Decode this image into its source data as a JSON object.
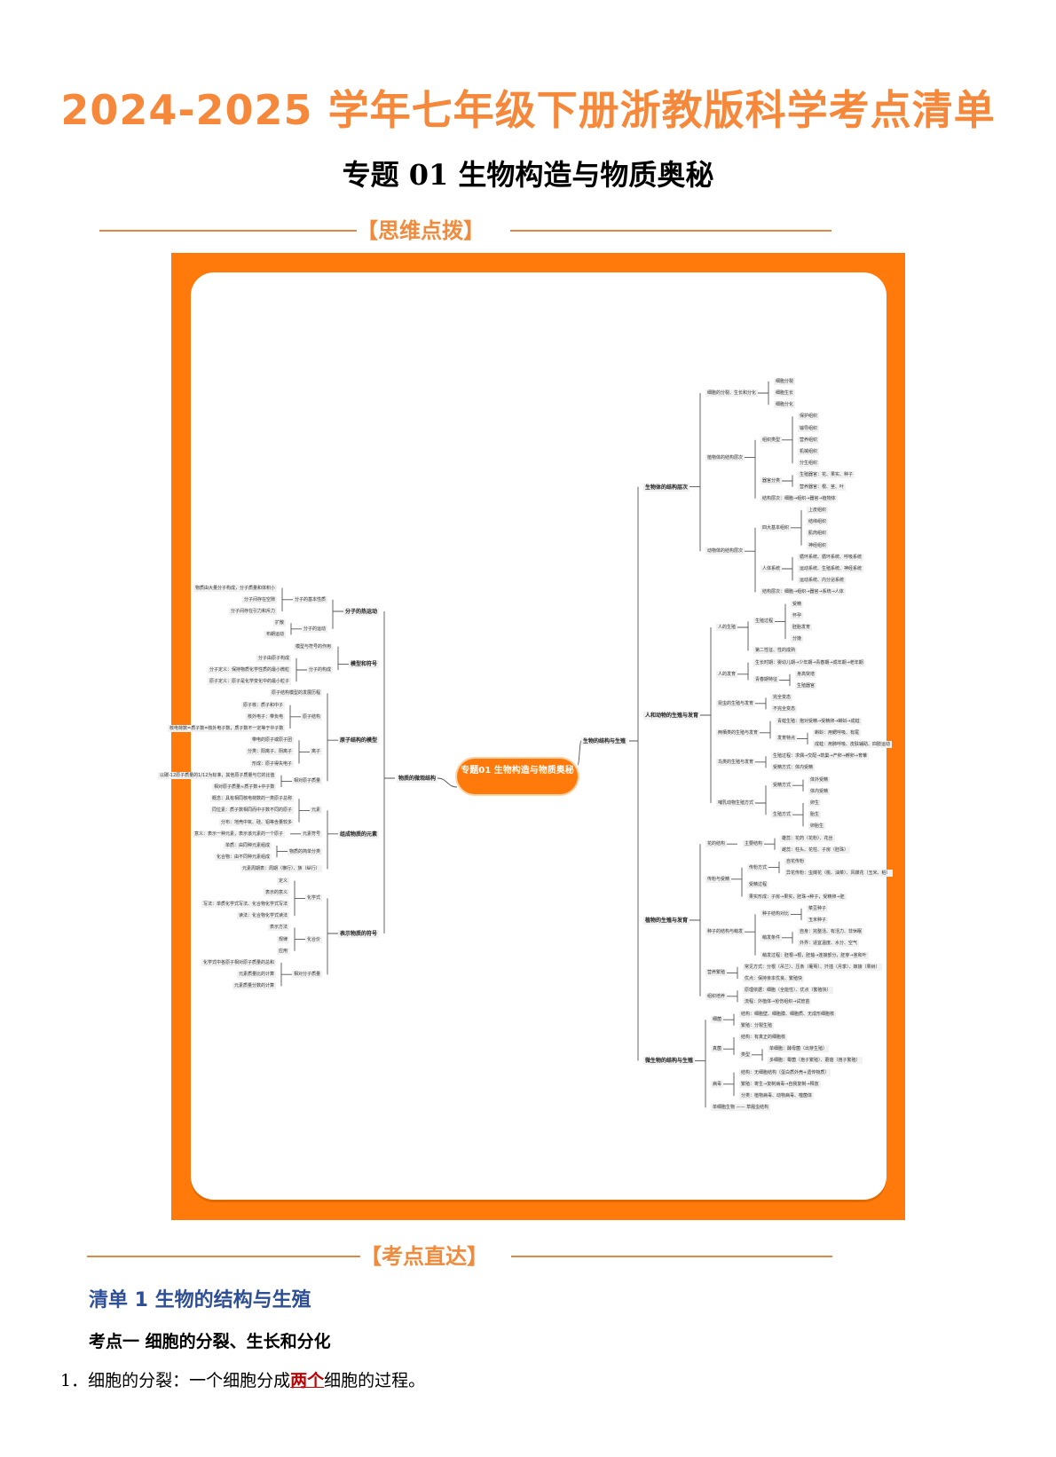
{
  "document": {
    "main_title": "2024-2025 学年七年级下册浙教版科学考点清单",
    "sub_title": "专题 01  生物构造与物质奥秘",
    "section_mindmap_label": "【思维点拨】",
    "section_points_label": "【考点直达】",
    "list_heading": "清单 1    生物的结构与生殖",
    "point_heading": "考点一    细胞的分裂、生长和分化",
    "paragraph": {
      "number": "1．",
      "prefix": "细胞的分裂：一个细胞分成",
      "highlight": "两个",
      "suffix": "细胞的过程。"
    },
    "colors": {
      "title_orange": "#f5883a",
      "frame_orange": "#ff7a0a",
      "list_heading_blue": "#2e4f96",
      "highlight_red": "#c00000"
    }
  },
  "mindmap": {
    "root": "专题01 生物构造与物质奥秘",
    "right_branch": "生物的结构与生殖",
    "left_branch": "物质的微观结构",
    "right": [
      {
        "label": "生物体的结构层次",
        "children": [
          {
            "label": "细胞的分裂、生长和分化",
            "children": [
              "细胞分裂",
              "细胞生长",
              "细胞分化"
            ]
          },
          {
            "label": "植物体的结构层次",
            "children": [
              {
                "label": "组织类型",
                "children": [
                  "保护组织",
                  "输导组织",
                  "营养组织",
                  "机械组织",
                  "分生组织"
                ]
              },
              {
                "label": "器官分类",
                "children": [
                  "生殖器官：花、果实、种子",
                  "营养器官：根、茎、叶"
                ]
              },
              "结构层次：细胞→组织→器官→植物体"
            ]
          },
          {
            "label": "动物体的结构层次",
            "children": [
              {
                "label": "四大基本组织",
                "children": [
                  "上皮组织",
                  "结缔组织",
                  "肌肉组织",
                  "神经组织"
                ]
              },
              {
                "label": "人体系统",
                "children": [
                  "循环系统、循环系统、呼吸系统",
                  "运动系统、生殖系统、神经系统",
                  "运动系统、内分泌系统"
                ]
              },
              "结构层次：细胞→组织→器官→系统→人体"
            ]
          }
        ]
      },
      {
        "label": "人和动物的生殖与发育",
        "children": [
          {
            "label": "人的生殖",
            "children": [
              {
                "label": "生殖过程",
                "children": [
                  "受精",
                  "怀孕",
                  "胚胎发育",
                  "分娩"
                ]
              },
              "第二性征、性的成熟"
            ]
          },
          {
            "label": "人的发育",
            "children": [
              "生长时期：婴幼儿期→少年期→青春期→成年期→老年期",
              {
                "label": "青春期特征",
                "children": [
                  "身高突增",
                  "生殖器官"
                ]
              }
            ]
          },
          {
            "label": "昆虫的生殖与发育",
            "children": [
              "完全变态",
              "不完全变态"
            ]
          },
          {
            "label": "两栖类的生殖与发育",
            "children": [
              "青蛙生殖：抱对受精→受精卵→蝌蚪→成蛙",
              {
                "label": "发育特点",
                "children": [
                  "蝌蚪：用鳃呼吸、有尾",
                  "成蛙：用肺呼吸、皮肤辅助、四肢运动"
                ]
              }
            ]
          },
          {
            "label": "鸟类的生殖与发育",
            "children": [
              "生殖过程：求偶→交配→筑巢→产卵→孵卵→育雏",
              "受精方式：体内受精"
            ]
          },
          {
            "label": "哺乳动物生殖方式",
            "children": [
              {
                "label": "受精方式",
                "children": [
                  "体外受精",
                  "体内受精"
                ]
              },
              {
                "label": "生殖方式",
                "children": [
                  "卵生",
                  "胎生",
                  "卵胎生"
                ]
              }
            ]
          }
        ]
      },
      {
        "label": "植物的生殖与发育",
        "children": [
          {
            "label": "花的结构",
            "children": [
              {
                "label": "主要结构",
                "children": [
                  "雄蕊：花药（花粉）、花丝",
                  "雌蕊：柱头、花柱、子房（胚珠）"
                ]
              }
            ]
          },
          {
            "label": "传粉与受精",
            "children": [
              {
                "label": "传粉方式",
                "children": [
                  "自花传粉",
                  "异花传粉：虫媒花（桃、油菜）、风媒花（玉米、稻）"
                ]
              },
              "受精过程",
              "果实形成：子房→果实，胚珠→种子，受精卵→胚"
            ]
          },
          {
            "label": "种子的结构与萌发",
            "children": [
              {
                "label": "种子结构对比",
                "children": [
                  "菜豆种子",
                  "玉米种子"
                ]
              },
              {
                "label": "萌发条件",
                "children": [
                  "自身：完整活、有活力、非休眠",
                  "外界：适宜温度、水分、空气"
                ]
              },
              "萌发过程：胚根→根，胚轴→连接部分，胚芽→茎和叶"
            ]
          },
          {
            "label": "营养繁殖",
            "children": [
              "常见方式：分根（吊兰）、压条（葡萄）、扦插（月季）、嫁接（果树）",
              "优点：保持亲本优良、繁殖快"
            ]
          },
          {
            "label": "组织培养",
            "children": [
              "原理依据：细胞（全能性）、优点（繁殖快）",
              "流程：外植体→愈伤组织→试管苗"
            ]
          }
        ]
      },
      {
        "label": "微生物的结构与生殖",
        "children": [
          {
            "label": "细菌",
            "children": [
              "结构：细胞壁、细胞膜、细胞质、无成形细胞核",
              "繁殖：分裂生殖"
            ]
          },
          {
            "label": "真菌",
            "children": [
              "结构：有真正的细胞核",
              {
                "label": "类型",
                "children": [
                  "单细胞：酵母菌（出芽生殖）",
                  "多细胞：霉菌（孢子繁殖）、蘑菇（孢子繁殖）"
                ]
              }
            ]
          },
          {
            "label": "病毒",
            "children": [
              "结构：无细胞结构（蛋白质外壳+遗传物质）",
              "繁殖：寄生→复制病毒→自我复制→释放",
              "分类：植物病毒、动物病毒、噬菌体"
            ]
          },
          "单细胞生物 —— 草履虫结构"
        ]
      }
    ],
    "left": [
      {
        "label": "分子的热运动",
        "children": [
          {
            "label": "分子的基本性质",
            "children": [
              "物质由大量分子构成，分子质量和体积小",
              "分子间存在空隙",
              "分子间存在引力和斥力"
            ]
          },
          {
            "label": "分子的运动",
            "children": [
              "扩散",
              "布朗运动"
            ]
          }
        ]
      },
      {
        "label": "模型和符号",
        "children": [
          "模型与符号的作用",
          {
            "label": "分子的构成",
            "children": [
              "分子由原子构成",
              "分子定义：保持物质化学性质的最小微粒",
              "原子定义：原子是化学变化中的最小粒子"
            ]
          }
        ]
      },
      {
        "label": "原子结构的模型",
        "children": [
          "原子结构模型的发展历程",
          {
            "label": "原子结构",
            "children": [
              "原子核：质子和中子",
              "核外电子：带负电",
              "核电荷数=质子数=核外电子数，质子数不一定等于中子数"
            ]
          },
          {
            "label": "离子",
            "children": [
              "带电的原子或原子团",
              "分类：阳离子、阴离子",
              "形成：原子得失电子"
            ]
          },
          {
            "label": "相对原子质量",
            "children": [
              "以碳-12原子质量的1/12为标准，其他原子质量与它的比值",
              "相对原子质量≈质子数+中子数"
            ]
          }
        ]
      },
      {
        "label": "组成物质的元素",
        "children": [
          {
            "label": "元素",
            "children": [
              "概念：具有相同核电荷数的一类原子总称",
              "同位素：质子数相同而中子数不同的原子",
              "分布：地壳中氧、硅、铝等含量较多"
            ]
          },
          {
            "label": "元素符号",
            "children": [
              "意义：表示一种元素，表示该元素的一个原子"
            ]
          },
          {
            "label": "物质的简单分类",
            "children": [
              "单质：由同种元素组成",
              "化合物：由不同种元素组成"
            ]
          },
          "元素周期表：周期（横行）、族（纵行）"
        ]
      },
      {
        "label": "表示物质的符号",
        "children": [
          {
            "label": "化学式",
            "children": [
              "定义",
              "表示的意义",
              "写法：单质化学式写法、化合物化学式写法",
              "读法：化合物化学式读法"
            ]
          },
          {
            "label": "化合价",
            "children": [
              "表示方法",
              "规律",
              "应用"
            ]
          },
          {
            "label": "相对分子质量",
            "children": [
              "化学式中各原子相对原子质量的总和",
              "元素质量比的计算",
              "元素质量分数的计算"
            ]
          }
        ]
      }
    ]
  }
}
